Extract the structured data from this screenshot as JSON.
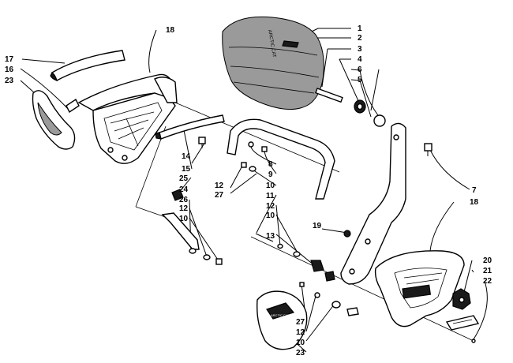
{
  "callouts": {
    "c1": "1",
    "c2": "2",
    "c3": "3",
    "c4": "4",
    "c5": "5",
    "c6": "6",
    "c7": "7",
    "c8": "8",
    "c9": "9",
    "c10a": "10",
    "c11": "11",
    "c12a": "12",
    "c10b": "10",
    "c13": "13",
    "c14": "14",
    "c15": "15",
    "c16": "16",
    "c17": "17",
    "c18a": "18",
    "c18b": "18",
    "c19": "19",
    "c20": "20",
    "c21": "21",
    "c22": "22",
    "c23a": "23",
    "c23b": "23",
    "c24": "24",
    "c25": "25",
    "c26": "26",
    "c12b": "12",
    "c10c": "10",
    "c12c": "12",
    "c27a": "27",
    "c27b": "27",
    "c12d": "12",
    "c10d": "10"
  },
  "decals": {
    "backrest_text": "ARCTIC CAT",
    "cover_logo": "ARCTIC CAT"
  }
}
